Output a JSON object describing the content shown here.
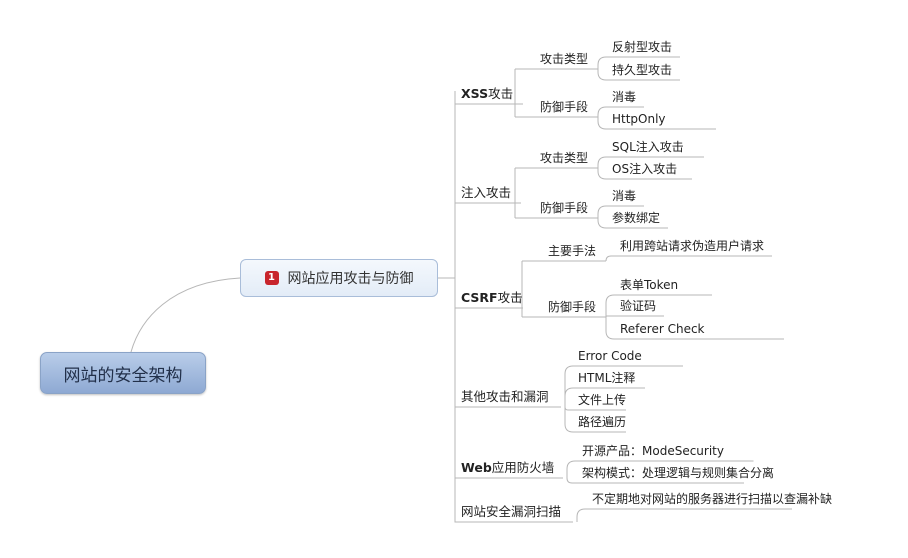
{
  "root": {
    "label": "网站的安全架构"
  },
  "main": {
    "badge": "1",
    "label": "网站应用攻击与防御"
  },
  "categories": [
    {
      "label_bold": "XSS",
      "label_rest": "攻击",
      "groups": [
        {
          "label": "攻击类型",
          "items": [
            "反射型攻击",
            "持久型攻击"
          ]
        },
        {
          "label": "防御手段",
          "items": [
            "消毒",
            "HttpOnly"
          ]
        }
      ]
    },
    {
      "label_bold": "",
      "label_rest": "注入攻击",
      "groups": [
        {
          "label": "攻击类型",
          "items": [
            "SQL注入攻击",
            "OS注入攻击"
          ]
        },
        {
          "label": "防御手段",
          "items": [
            "消毒",
            "参数绑定"
          ]
        }
      ]
    },
    {
      "label_bold": "CSRF",
      "label_rest": "攻击",
      "groups": [
        {
          "label": "主要手法",
          "items": [
            "利用跨站请求伪造用户请求"
          ]
        },
        {
          "label": "防御手段",
          "items": [
            "表单Token",
            "验证码",
            "Referer Check"
          ]
        }
      ]
    },
    {
      "label_bold": "",
      "label_rest": "其他攻击和漏洞",
      "items": [
        "Error Code",
        "HTML注释",
        "文件上传",
        "路径遍历"
      ]
    },
    {
      "label_bold": "Web",
      "label_rest": "应用防火墙",
      "items": [
        "开源产品：ModeSecurity",
        "架构模式：处理逻辑与规则集合分离"
      ]
    },
    {
      "label_bold": "",
      "label_rest": "网站安全漏洞扫描",
      "items": [
        "不定期地对网站的服务器进行扫描以查漏补缺"
      ]
    }
  ],
  "colors": {
    "line": "#b7b7b7",
    "root_fill": "#9db5dc",
    "badge": "#c8252c"
  }
}
